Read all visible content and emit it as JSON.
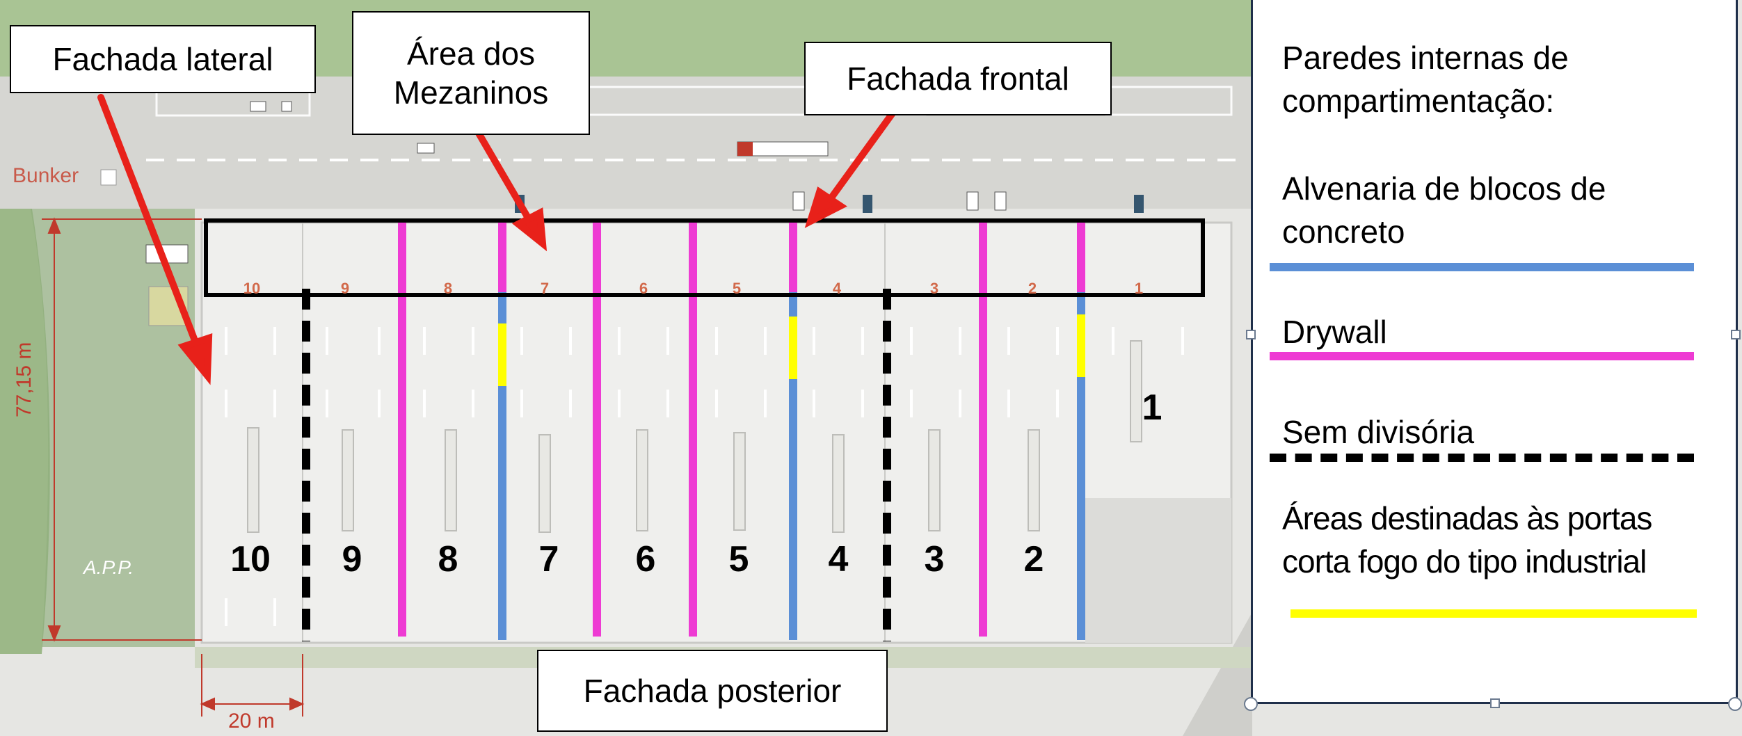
{
  "callouts": {
    "fachada_lateral": "Fachada lateral",
    "area_mezaninos": "Área dos Mezaninos",
    "fachada_frontal": "Fachada frontal",
    "fachada_posterior": "Fachada posterior"
  },
  "site_labels": {
    "bunker": "Bunker",
    "app": "A.P.P.",
    "height_dim": "77,15 m",
    "width_dim": "20 m"
  },
  "units": [
    "10",
    "9",
    "8",
    "7",
    "6",
    "5",
    "4",
    "3",
    "2",
    "1"
  ],
  "mezzanine_units": [
    "10",
    "9",
    "8",
    "7",
    "6",
    "5",
    "4",
    "3",
    "2",
    "1"
  ],
  "legend": {
    "title": "Paredes internas de compartimentação:",
    "items": [
      {
        "label": "Alvenaria de blocos de concreto",
        "color": "#5b8fd6",
        "style": "solid"
      },
      {
        "label": "Drywall",
        "color": "#ee3bd3",
        "style": "solid"
      },
      {
        "label": "Sem divisória",
        "color": "#000000",
        "style": "dashed"
      },
      {
        "label": "Áreas destinadas às portas corta fogo do tipo industrial",
        "color": "#ffff00",
        "style": "solid"
      }
    ]
  },
  "colors": {
    "concrete": "#5b8fd6",
    "drywall": "#ee3bd3",
    "fire_door": "#ffff00",
    "arrow": "#e8211a",
    "dimension": "#c0392b",
    "vegetation": "#9fb98a"
  }
}
